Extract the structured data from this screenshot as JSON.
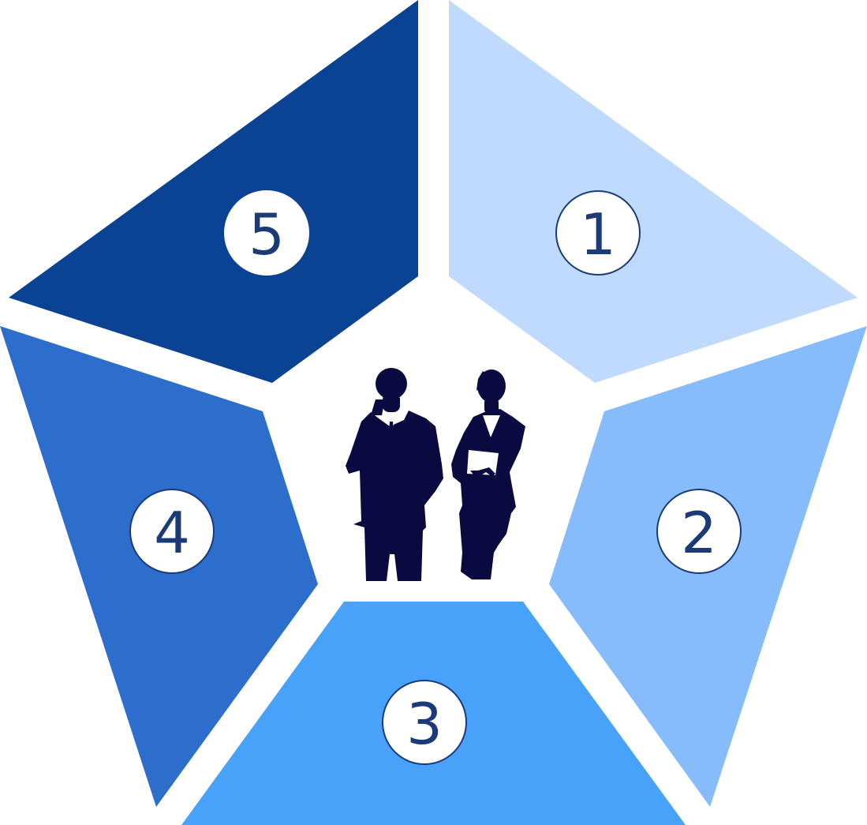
{
  "segments": [
    {
      "id": 1,
      "label": "1",
      "color": "#c0dafd"
    },
    {
      "id": 2,
      "label": "2",
      "color": "#86bcfc"
    },
    {
      "id": 3,
      "label": "3",
      "color": "#49a2fa"
    },
    {
      "id": 4,
      "label": "4",
      "color": "#2d6dcc"
    },
    {
      "id": 5,
      "label": "5",
      "color": "#0b4394"
    }
  ],
  "center_icon": "business-people-silhouette-icon",
  "colors": {
    "number_text": "#1a3a78",
    "circle_stroke": "#1a3a78",
    "silhouette": "#0b0a40"
  }
}
